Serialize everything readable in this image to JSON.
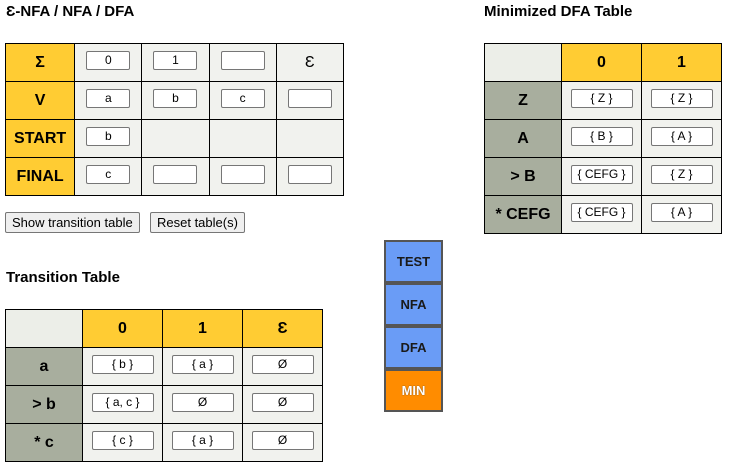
{
  "enfa": {
    "title": "Ɛ-NFA / NFA / DFA",
    "rows": [
      {
        "label": "Σ",
        "cells": [
          "0",
          "1",
          "",
          "Ɛ"
        ],
        "cell_types": [
          "input",
          "input",
          "input",
          "text"
        ]
      },
      {
        "label": "V",
        "cells": [
          "a",
          "b",
          "c",
          ""
        ],
        "cell_types": [
          "input",
          "input",
          "input",
          "input"
        ]
      },
      {
        "label": "START",
        "cells": [
          "b",
          "",
          "",
          ""
        ],
        "cell_types": [
          "input",
          "empty",
          "empty",
          "empty"
        ]
      },
      {
        "label": "FINAL",
        "cells": [
          "c",
          "",
          "",
          ""
        ],
        "cell_types": [
          "input",
          "input",
          "input",
          "input"
        ]
      }
    ]
  },
  "buttons": {
    "show_transition": "Show transition table",
    "reset": "Reset table(s)"
  },
  "transition": {
    "title": "Transition Table",
    "headers": [
      "0",
      "1",
      "Ɛ"
    ],
    "rows": [
      {
        "label": "a",
        "cells": [
          "{ b }",
          "{ a }",
          "Ø"
        ]
      },
      {
        "label": "> b",
        "cells": [
          "{ a, c }",
          "Ø",
          "Ø"
        ]
      },
      {
        "label": "* c",
        "cells": [
          "{ c }",
          "{ a }",
          "Ø"
        ]
      }
    ]
  },
  "minimized": {
    "title": "Minimized DFA Table",
    "headers": [
      "0",
      "1"
    ],
    "rows": [
      {
        "label": "Z",
        "cells": [
          "{ Z }",
          "{ Z }"
        ]
      },
      {
        "label": "A",
        "cells": [
          "{ B }",
          "{ A }"
        ]
      },
      {
        "label": "> B",
        "cells": [
          "{ CEFG }",
          "{ Z }"
        ]
      },
      {
        "label": "* CEFG",
        "cells": [
          "{ CEFG }",
          "{ A }"
        ]
      }
    ]
  },
  "side_buttons": [
    "TEST",
    "NFA",
    "DFA",
    "MIN"
  ],
  "colors": {
    "header_yellow": "#ffcc33",
    "header_gray": "#a8ae9e",
    "side_blue": "#6a9cf6",
    "side_orange": "#ff8c00"
  }
}
